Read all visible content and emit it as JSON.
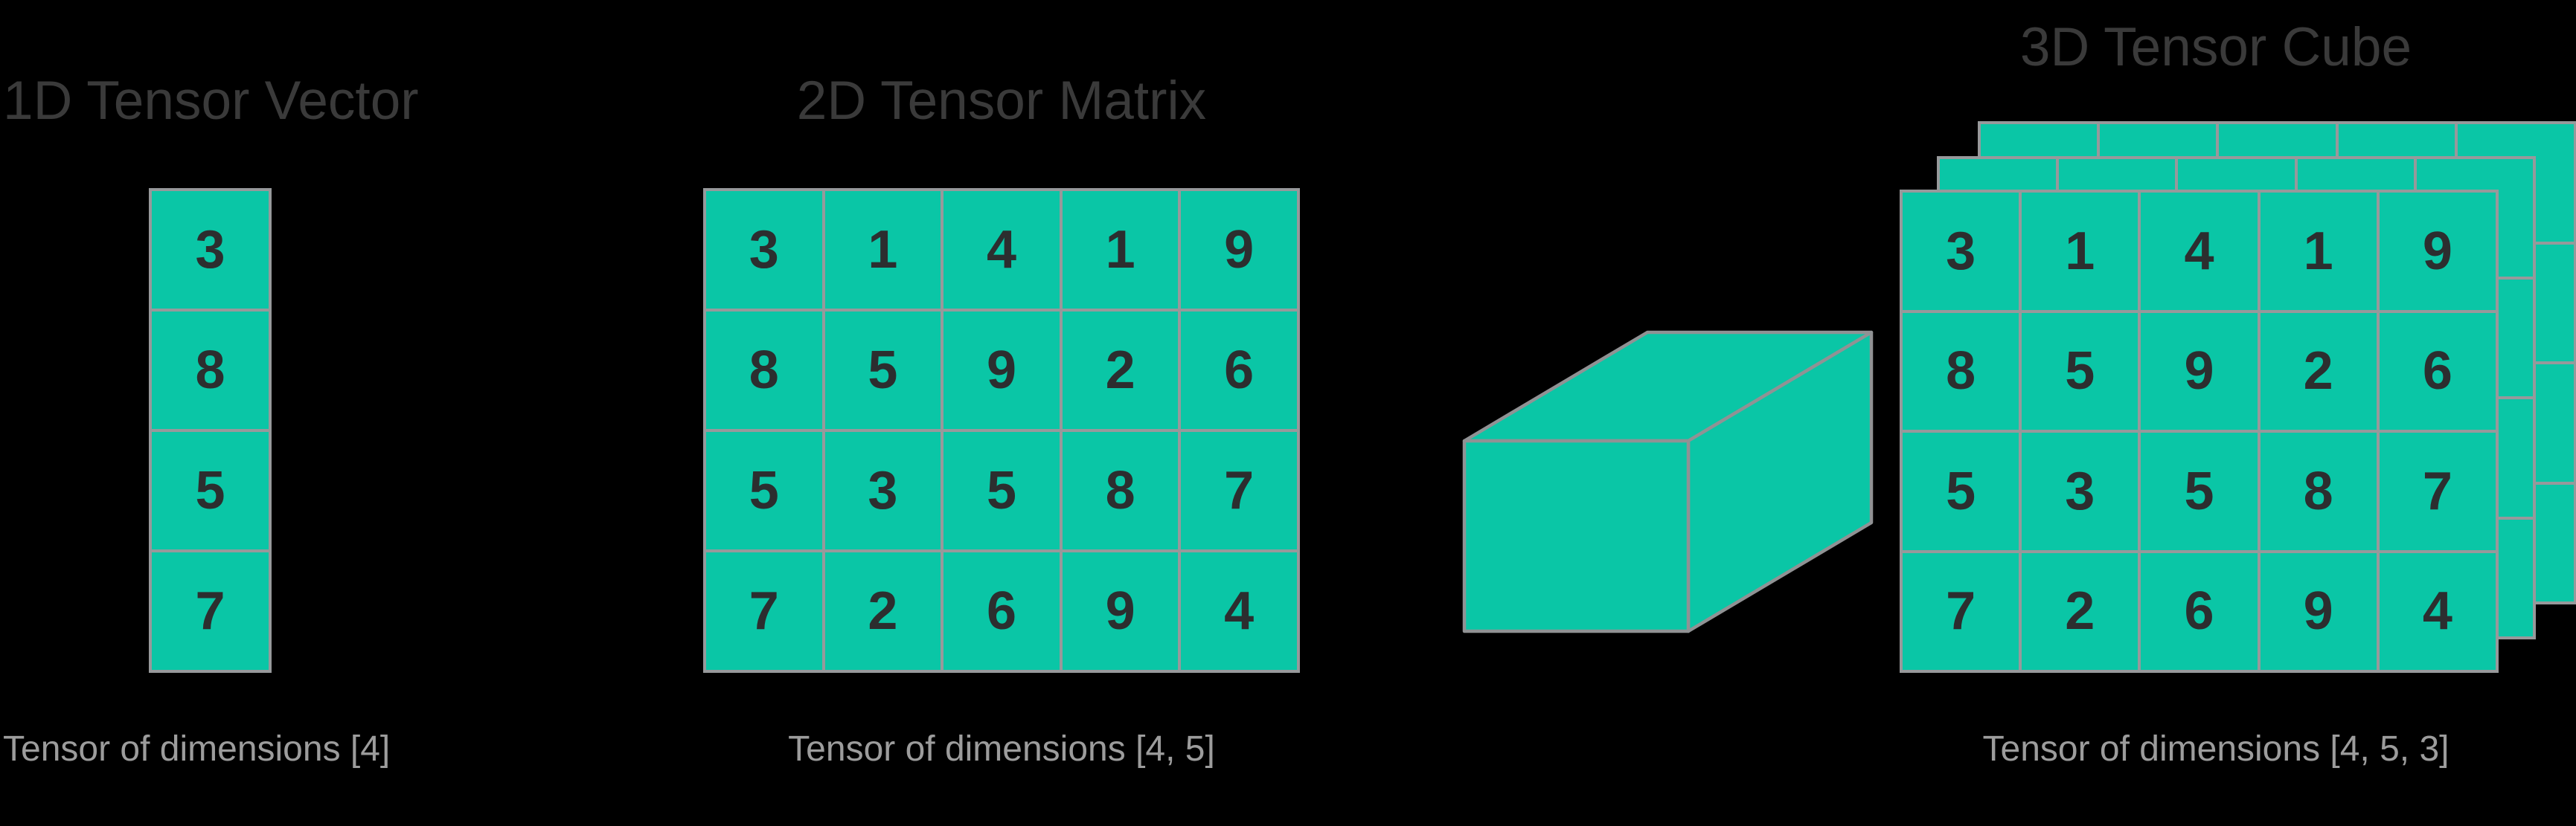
{
  "colors": {
    "background": "#000000",
    "teal": "#0AC6A6",
    "grid": "#97999B",
    "digit": "#2C2E2F",
    "title": "#3A3A3A",
    "caption": "#9C9C9C",
    "edge": "#909294"
  },
  "vector": {
    "title": "1D Tensor Vector",
    "values": [
      "3",
      "8",
      "5",
      "7"
    ],
    "caption": "Tensor of dimensions [4]"
  },
  "matrix": {
    "title": "2D Tensor Matrix",
    "rows": [
      [
        "3",
        "1",
        "4",
        "1",
        "9"
      ],
      [
        "8",
        "5",
        "9",
        "2",
        "6"
      ],
      [
        "5",
        "3",
        "5",
        "8",
        "7"
      ],
      [
        "7",
        "2",
        "6",
        "9",
        "4"
      ]
    ],
    "caption": "Tensor of dimensions [4, 5]"
  },
  "cube": {
    "title": "3D Tensor Cube",
    "layer_count": 3,
    "front_rows": [
      [
        "3",
        "1",
        "4",
        "1",
        "9"
      ],
      [
        "8",
        "5",
        "9",
        "2",
        "6"
      ],
      [
        "5",
        "3",
        "5",
        "8",
        "7"
      ],
      [
        "7",
        "2",
        "6",
        "9",
        "4"
      ]
    ],
    "caption": "Tensor of dimensions [4, 5, 3]"
  }
}
